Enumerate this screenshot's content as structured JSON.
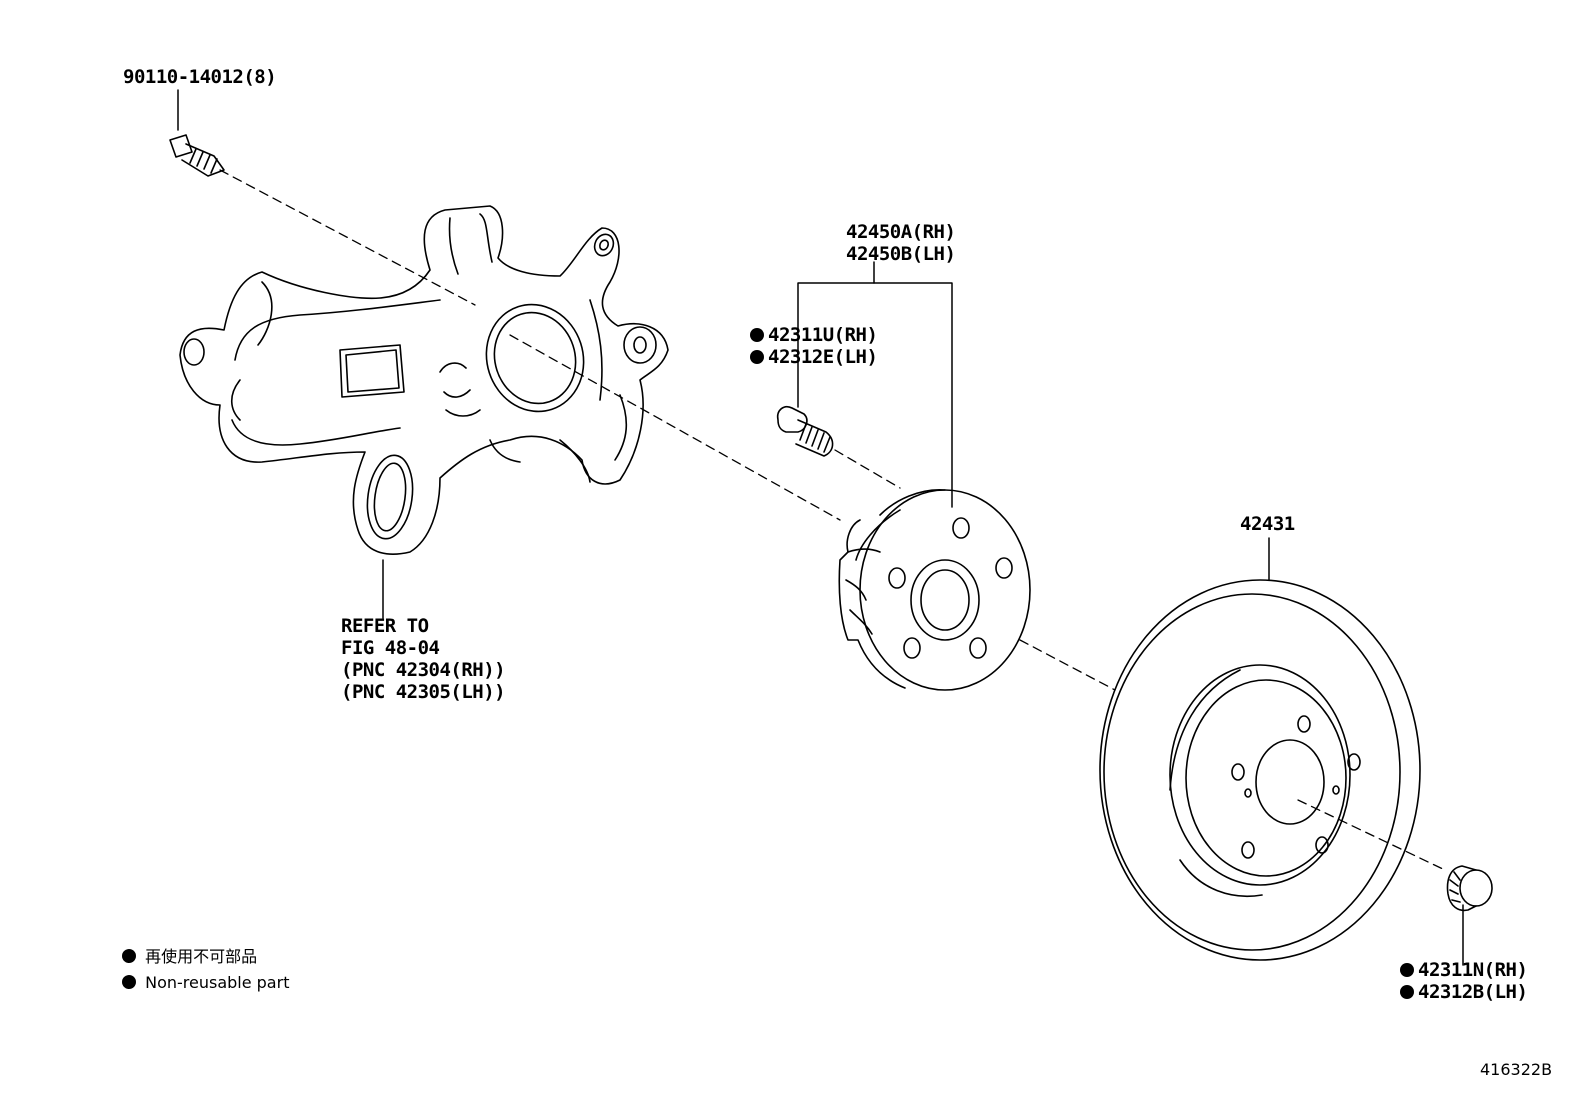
{
  "callouts": {
    "bolt": "90110-14012(8)",
    "hub_rh": "42450A(RH)",
    "hub_lh": "42450B(LH)",
    "stud_rh": "42311U(RH)",
    "stud_lh": "42312E(LH)",
    "rotor": "42431",
    "knuckle_ref": [
      "REFER TO",
      "FIG 48-04",
      "(PNC 42304(RH))",
      "(PNC 42305(LH))"
    ],
    "nut_rh": "42311N(RH)",
    "nut_lh": "42312B(LH)"
  },
  "legend": {
    "jp": "再使用不可部品",
    "en": "Non-reusable part"
  },
  "figure_id": "416322B",
  "colors": {
    "line": "#000000",
    "background": "#ffffff"
  }
}
